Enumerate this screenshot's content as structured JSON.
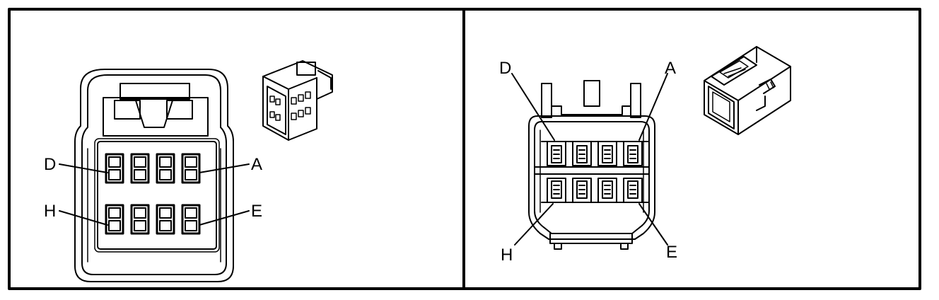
{
  "left_view": {
    "pin_labels": {
      "top_left": "D",
      "top_right": "A",
      "bottom_left": "H",
      "bottom_right": "E"
    }
  },
  "right_view": {
    "pin_labels": {
      "top_left": "D",
      "top_right": "A",
      "bottom_left": "H",
      "bottom_right": "E"
    }
  },
  "colors": {
    "line": "#000000",
    "background": "#ffffff"
  }
}
